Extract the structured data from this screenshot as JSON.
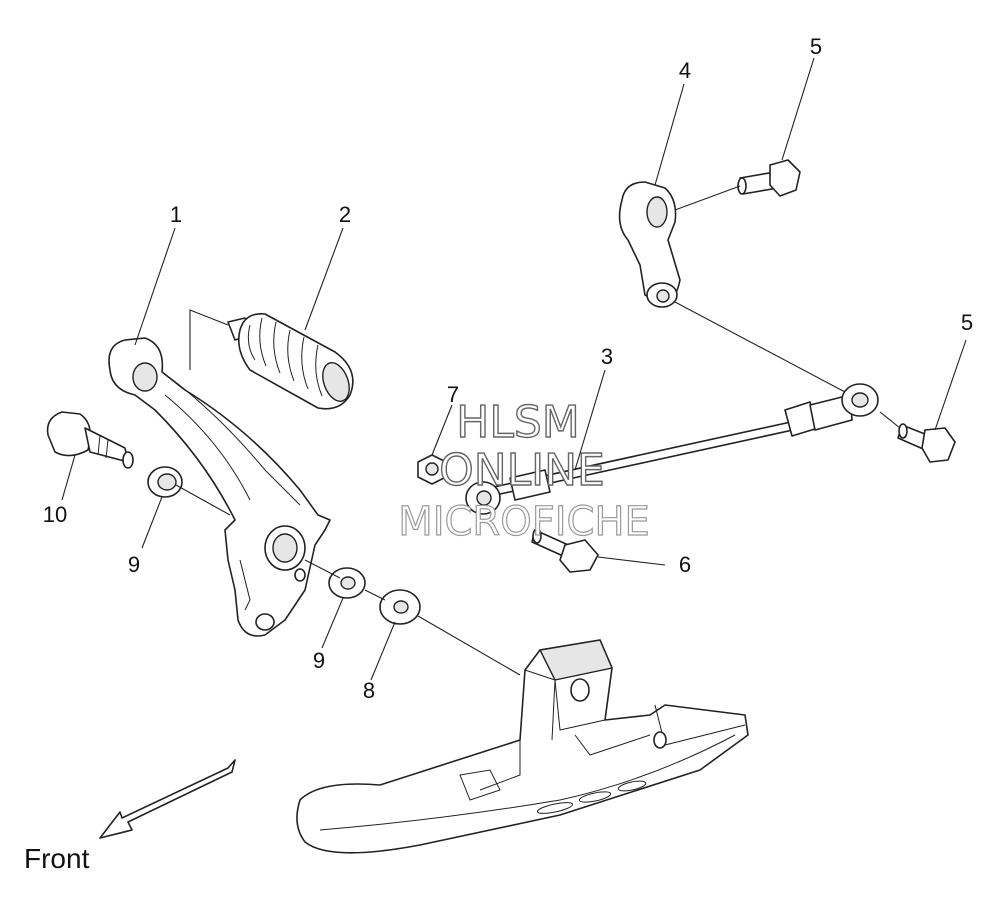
{
  "watermark": {
    "line1": "HLSM",
    "line2": "ONLINE",
    "line3": "MICROFICHE"
  },
  "direction_label": "Front",
  "callouts": [
    {
      "id": "1",
      "label": "1"
    },
    {
      "id": "2",
      "label": "2"
    },
    {
      "id": "3",
      "label": "3"
    },
    {
      "id": "4",
      "label": "4"
    },
    {
      "id": "5a",
      "label": "5"
    },
    {
      "id": "5b",
      "label": "5"
    },
    {
      "id": "6",
      "label": "6"
    },
    {
      "id": "7",
      "label": "7"
    },
    {
      "id": "8",
      "label": "8"
    },
    {
      "id": "9a",
      "label": "9"
    },
    {
      "id": "9b",
      "label": "9"
    },
    {
      "id": "10",
      "label": "10"
    }
  ],
  "colors": {
    "line": "#222222",
    "shade": "#e6e6e6",
    "background": "#ffffff"
  }
}
